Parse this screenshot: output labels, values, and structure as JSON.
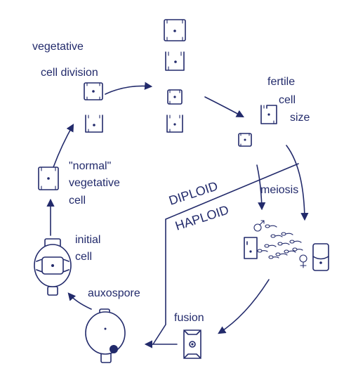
{
  "diagram": {
    "labels": {
      "vegetative": "vegetative",
      "cell_division": "cell division",
      "fertile": "fertile",
      "cell": "cell",
      "size": "size",
      "normal": "\"normal\"",
      "vegetative2": "vegetative",
      "cell2": "cell",
      "diploid": "DIPLOID",
      "haploid": "HAPLOID",
      "meiosis": "meiosis",
      "initial": "initial",
      "cell3": "cell",
      "auxospore": "auxospore",
      "fusion": "fusion"
    },
    "symbols": {
      "male": "♂",
      "female": "♀"
    },
    "colors": {
      "ink": "#222a6b",
      "background": "#ffffff"
    }
  }
}
